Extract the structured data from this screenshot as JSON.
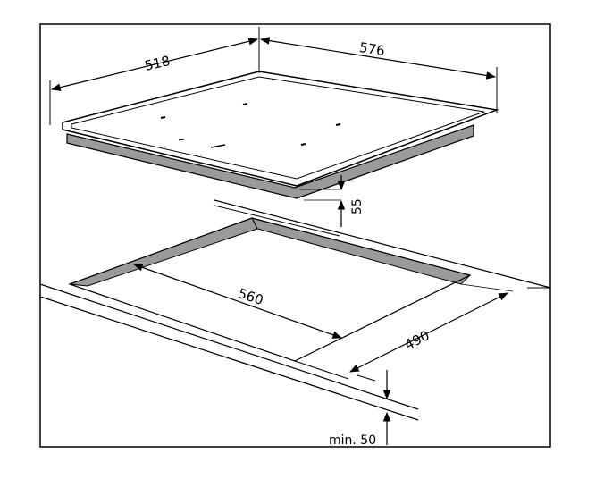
{
  "diagram": {
    "hob": {
      "width_label": "518",
      "depth_label": "576",
      "height_label": "55"
    },
    "cutout": {
      "width_label": "560",
      "depth_label": "490",
      "min_clearance_label": "min. 50"
    },
    "colors": {
      "line": "#000000",
      "edge_fill": "#9a9a9a",
      "surface": "#ffffff"
    }
  }
}
